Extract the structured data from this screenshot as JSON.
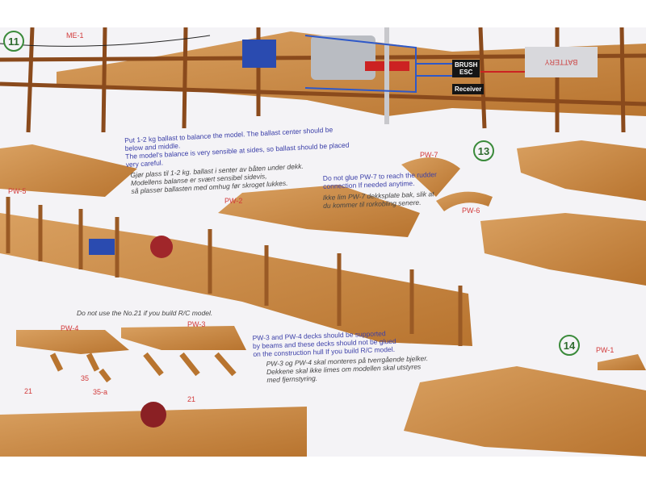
{
  "steps": {
    "s11": "11",
    "s13": "13",
    "s14": "14"
  },
  "top": {
    "me1": "ME-1",
    "brush_esc_line1": "BRUSH",
    "brush_esc_line2": "ESC",
    "receiver": "Receiver",
    "battery": "BATTERY"
  },
  "ballast": {
    "en": [
      "Put 1-2 kg ballast to balance the model. The ballast center should be",
      "below and middle.",
      "The model's balance is very sensible at sides, so ballast should be placed",
      "very careful."
    ],
    "no": [
      "Gjør plass til 1-2 kg. ballast i senter av båten under dekk.",
      "Modellens balanse er svært sensibel sidevis,",
      "så plasser ballasten med omhug før skroget lukkes."
    ]
  },
  "pw7": {
    "en": [
      "Do not glue PW-7 to reach the rudder",
      "connection If needed anytime."
    ],
    "no": [
      "Ikke lim PW-7 dekksplate bak, slik at",
      "du kommer til rorkobling senere."
    ]
  },
  "parts": {
    "pw5": "PW-5",
    "pw2": "PW-2",
    "pw7": "PW-7",
    "pw6": "PW-6",
    "pw4": "PW-4",
    "pw3": "PW-3",
    "pw1": "PW-1",
    "n21a": "21",
    "n21b": "21",
    "n35": "35",
    "n35a": "35-a"
  },
  "no21": "Do not use the No.21 if you build R/C model.",
  "decks": {
    "en": [
      "PW-3 and PW-4 decks should be supported",
      "by beams and these decks should not be glued",
      "on the construction hull If you build R/C model."
    ],
    "no": [
      "PW-3 og PW-4 skal monteres på tverrgående bjelker.",
      "Dekkene skal ikke limes om modellen skal utstyres",
      "med fjernstyring."
    ]
  },
  "colors": {
    "wood": "#c98a45",
    "wood_dark": "#8a4a1c",
    "text_blue": "#3b3fa8",
    "part_red": "#d23a3a",
    "step_green": "#3a8a3a"
  }
}
